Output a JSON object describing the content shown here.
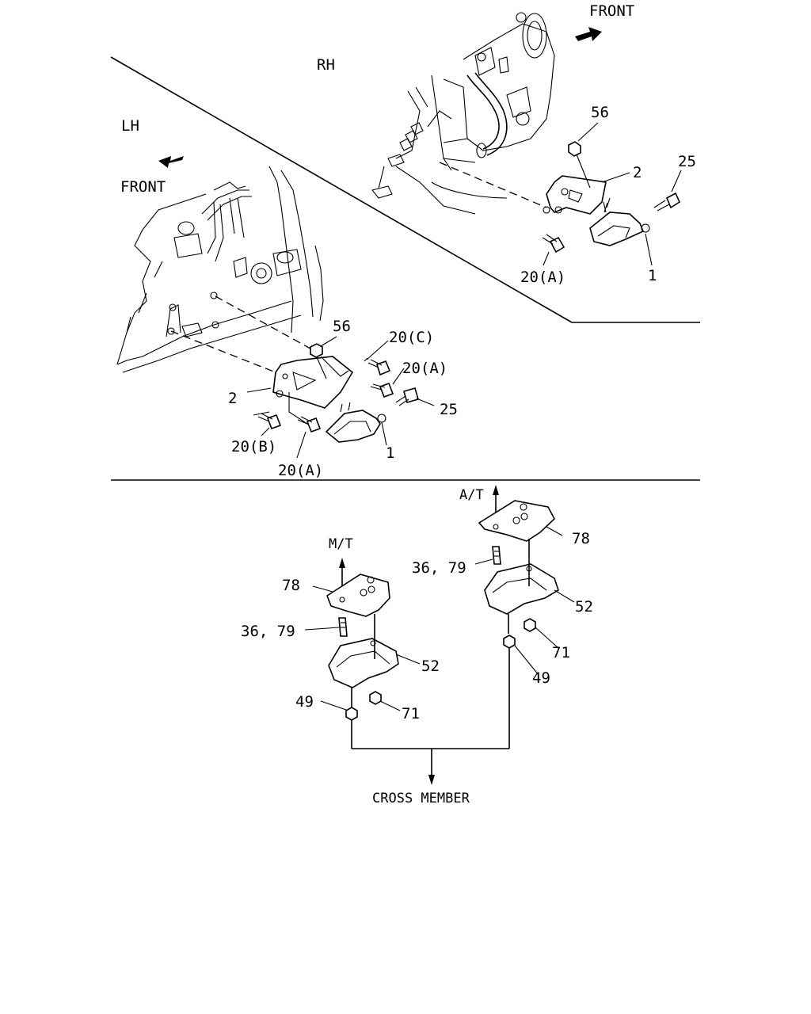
{
  "labels": {
    "rh": "RH",
    "lh": "LH",
    "front_upper": "FRONT",
    "front_lower": "FRONT",
    "rh_56": "56",
    "rh_2": "2",
    "rh_25": "25",
    "rh_20a": "20(A)",
    "rh_1": "1",
    "lh_56": "56",
    "lh_20c": "20(C)",
    "lh_20a_upper": "20(A)",
    "lh_2": "2",
    "lh_25": "25",
    "lh_20b": "20(B)",
    "lh_20a_lower": "20(A)",
    "lh_1": "1",
    "at": "A/T",
    "mt": "M/T",
    "at_78": "78",
    "at_3679": "36, 79",
    "at_52": "52",
    "at_71": "71",
    "at_49": "49",
    "mt_78": "78",
    "mt_3679": "36, 79",
    "mt_52": "52",
    "mt_49": "49",
    "mt_71": "71",
    "cross_member": "CROSS MEMBER"
  }
}
